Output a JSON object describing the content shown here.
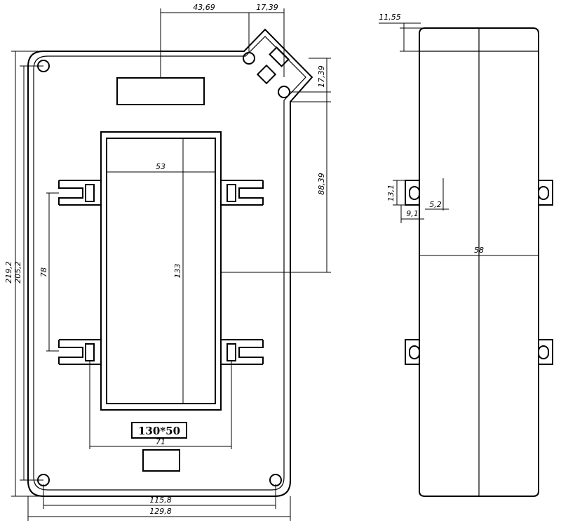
{
  "front_view": {
    "dimensions": {
      "top_offset": "43,69",
      "corner_width": "17,39",
      "corner_height": "17,39",
      "right_height": "88,39",
      "window_width": "53",
      "window_height": "133",
      "bracket_spacing": "78",
      "outer_height": "219,2",
      "inner_height": "205,2",
      "bracket_width": "71",
      "inner_width": "115,8",
      "outer_width": "129,8"
    },
    "window_label": "130*50"
  },
  "side_view": {
    "dimensions": {
      "cap_height": "11,55",
      "slot_height": "13,1",
      "slot_width": "5,2",
      "slot_offset": "9,1",
      "depth": "58"
    }
  }
}
